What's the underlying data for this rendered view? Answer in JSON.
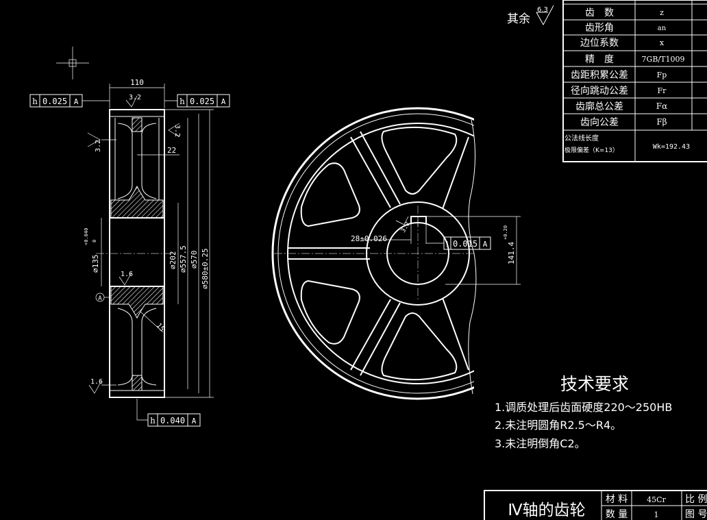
{
  "spec_table": {
    "rows": [
      {
        "name": "齿　数",
        "symbol": "z"
      },
      {
        "name": "齿形角",
        "symbol": "an"
      },
      {
        "name": "边位系数",
        "symbol": "x"
      },
      {
        "name": "精　度",
        "symbol": "7GB/T1009"
      },
      {
        "name": "齿距积累公差",
        "symbol": "Fp"
      },
      {
        "name": "径向跳动公差",
        "symbol": "Fr"
      },
      {
        "name": "齿廓总公差",
        "symbol": "Fα"
      },
      {
        "name": "齿向公差",
        "symbol": "Fβ"
      }
    ],
    "last_row": {
      "name_line1": "公法线长度",
      "name_line2": "极限偏差（K=13）",
      "value": "Wk=192.43"
    }
  },
  "surface_finish": {
    "prefix": "其余",
    "value": "6.3"
  },
  "side_view": {
    "width_dim": "110",
    "roughness_top": "3.2",
    "roughness_left": "3.2",
    "roughness_right": "3.2",
    "web_thickness": "22",
    "roughness_bore": "1.6",
    "roughness_bottom": "1.6",
    "fillet": "15",
    "bore_dia": "⌀135",
    "bore_tol_upper": "+0.040",
    "bore_tol_lower": "0",
    "hub_dia": "⌀202",
    "rim_inner_dia": "⌀557.5",
    "root_dia": "⌀570",
    "tip_dia": "⌀580±0.25",
    "datum": "A",
    "tol_left": {
      "symbol": "h",
      "value": "0.025",
      "datum": "A"
    },
    "tol_right": {
      "symbol": "h",
      "value": "0.025",
      "datum": "A"
    },
    "tol_bottom": {
      "symbol": "h",
      "value": "0.040",
      "datum": "A"
    }
  },
  "front_view": {
    "keyway_width": "28±0.026",
    "keyway_depth": "141.4",
    "keyway_depth_tol": "+0.20",
    "keyway_roughness": "3.2",
    "tol_sym": {
      "symbol": "i",
      "value": "0.015",
      "datum": "A"
    }
  },
  "tech_requirements": {
    "title": "技术要求",
    "items": [
      "1.调质处理后齿面硬度220～250HB",
      "2.未注明圆角R2.5～R4。",
      "3.未注明倒角C2。"
    ]
  },
  "title_block": {
    "part_name": "Ⅳ轴的齿轮",
    "material_label": "材 料",
    "material_value": "45Cr",
    "quantity_label": "数 量",
    "quantity_value": "1",
    "scale_label": "比 例",
    "drawing_no_label": "图 号"
  }
}
